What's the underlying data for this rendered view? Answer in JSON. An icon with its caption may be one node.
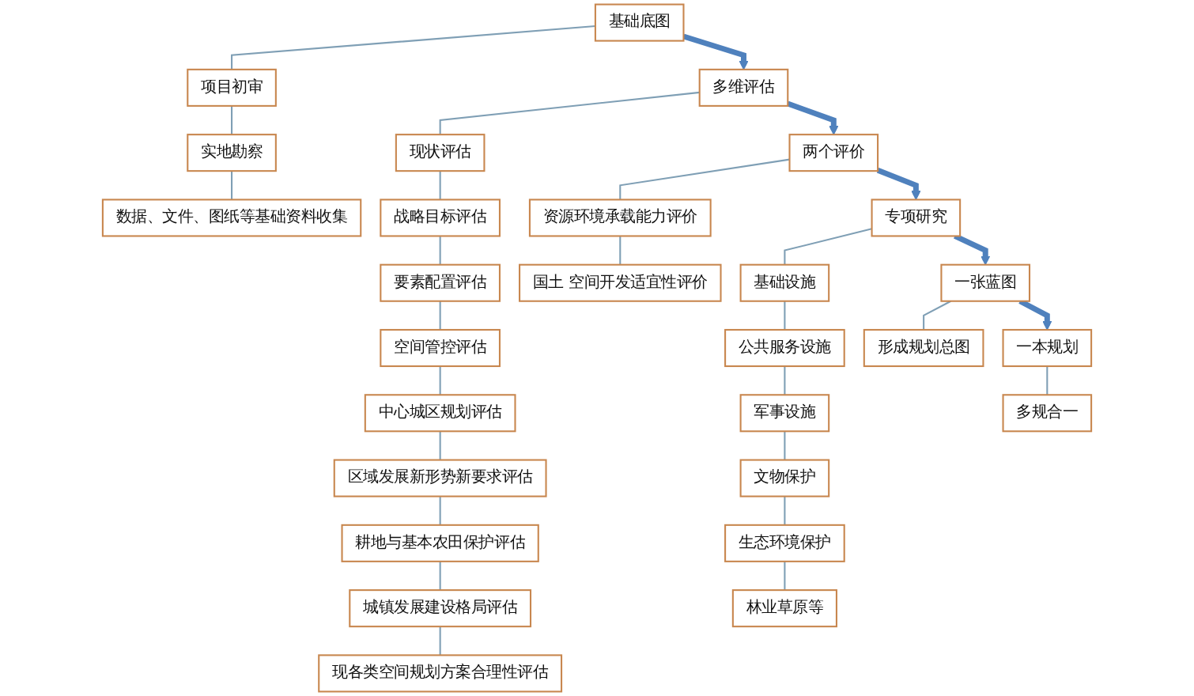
{
  "diagram": {
    "nodes": [
      {
        "text": [
          "基础底图"
        ]
      },
      {
        "text": [
          "项目初审"
        ]
      },
      {
        "text": [
          "实地勘察"
        ]
      },
      {
        "text": [
          "数据、文件、图纸等基础资料收集"
        ]
      },
      {
        "text": [
          "多维评估"
        ]
      },
      {
        "text": [
          "现状评估"
        ]
      },
      {
        "text": [
          "战略目标评估"
        ]
      },
      {
        "text": [
          "要素配置评估"
        ]
      },
      {
        "text": [
          "空间管控评估"
        ]
      },
      {
        "text": [
          "中心城区规划评估"
        ]
      },
      {
        "text": [
          "城镇发展建设格局评估"
        ]
      },
      {
        "text": [
          "耕地与基本农田保护评估"
        ]
      },
      {
        "text": [
          "区域发展新形势新要求评估"
        ]
      },
      {
        "text": [
          "现各类空间规划方案合理性评估"
        ]
      },
      {
        "text": [
          "两个评价"
        ]
      },
      {
        "text": [
          "资源环境承载能力评价"
        ]
      },
      {
        "text": [
          "国土 空间开发适宜性评价"
        ]
      },
      {
        "text": [
          "专项研究"
        ]
      },
      {
        "text": [
          "基础设施"
        ]
      },
      {
        "text": [
          "公共服务设施"
        ]
      },
      {
        "text": [
          "军事设施"
        ]
      },
      {
        "text": [
          "文物保护"
        ]
      },
      {
        "text": [
          "生态环境保护"
        ]
      },
      {
        "text": [
          "林业草原等"
        ]
      },
      {
        "text": [
          "一张蓝图"
        ]
      },
      {
        "text": [
          "形成规划总图"
        ]
      },
      {
        "text": [
          "一本规划"
        ]
      },
      {
        "text": [
          "多规合一"
        ]
      }
    ],
    "edges": [
      {
        "from": 0,
        "to": 1,
        "arrow": "none"
      },
      {
        "from": 1,
        "to": 2,
        "arrow": "none"
      },
      {
        "from": 2,
        "to": 3,
        "arrow": "none"
      },
      {
        "from": 0,
        "to": 4,
        "arrow": "to",
        "style": "thick",
        "color": "#4f81bd"
      },
      {
        "from": 4,
        "to": 5,
        "arrow": "none"
      },
      {
        "from": 5,
        "to": 6,
        "arrow": "none"
      },
      {
        "from": 6,
        "to": 7,
        "arrow": "none"
      },
      {
        "from": 7,
        "to": 8,
        "arrow": "none"
      },
      {
        "from": 8,
        "to": 9,
        "arrow": "none"
      },
      {
        "from": 9,
        "to": 12,
        "arrow": "none"
      },
      {
        "from": 12,
        "to": 11,
        "arrow": "none"
      },
      {
        "from": 11,
        "to": 10,
        "arrow": "none"
      },
      {
        "from": 10,
        "to": 13,
        "arrow": "none"
      },
      {
        "from": 4,
        "to": 14,
        "arrow": "to",
        "style": "thick",
        "color": "#4f81bd"
      },
      {
        "from": 14,
        "to": 15,
        "arrow": "none"
      },
      {
        "from": 15,
        "to": 16,
        "arrow": "none"
      },
      {
        "from": 14,
        "to": 17,
        "arrow": "to",
        "style": "thick",
        "color": "#4f81bd"
      },
      {
        "from": 17,
        "to": 18,
        "arrow": "none"
      },
      {
        "from": 18,
        "to": 19,
        "arrow": "none"
      },
      {
        "from": 19,
        "to": 20,
        "arrow": "none"
      },
      {
        "from": 20,
        "to": 21,
        "arrow": "none"
      },
      {
        "from": 21,
        "to": 22,
        "arrow": "none"
      },
      {
        "from": 22,
        "to": 23,
        "arrow": "none"
      },
      {
        "from": 17,
        "to": 24,
        "arrow": "to",
        "style": "thick",
        "color": "#4f81bd"
      },
      {
        "from": 24,
        "to": 25,
        "arrow": "none"
      },
      {
        "from": 24,
        "to": 26,
        "arrow": "to",
        "style": "thick",
        "color": "#4f81bd"
      },
      {
        "from": 26,
        "to": 27,
        "arrow": "none"
      }
    ]
  }
}
